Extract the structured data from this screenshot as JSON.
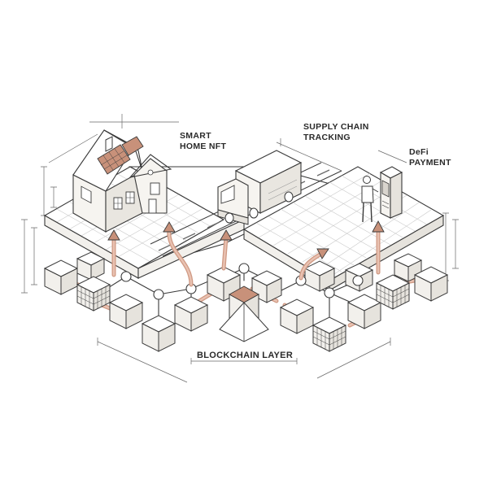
{
  "labels": {
    "smart_home": [
      "SMART",
      "HOME NFT"
    ],
    "supply_chain": [
      "SUPPLY CHAIN",
      "TRACKING"
    ],
    "defi": [
      "DeFi",
      "PAYMENT"
    ],
    "blockchain": "BLOCKCHAIN LAYER"
  },
  "colors": {
    "accent": "#c8917a",
    "line": "#3a3a3a",
    "cube_face": "#f2f0ec",
    "background": "#ffffff"
  },
  "icons": [
    "house-icon",
    "truck-icon",
    "atm-icon",
    "person-icon",
    "cube-icon",
    "network-node-icon",
    "arrow-up-icon"
  ]
}
